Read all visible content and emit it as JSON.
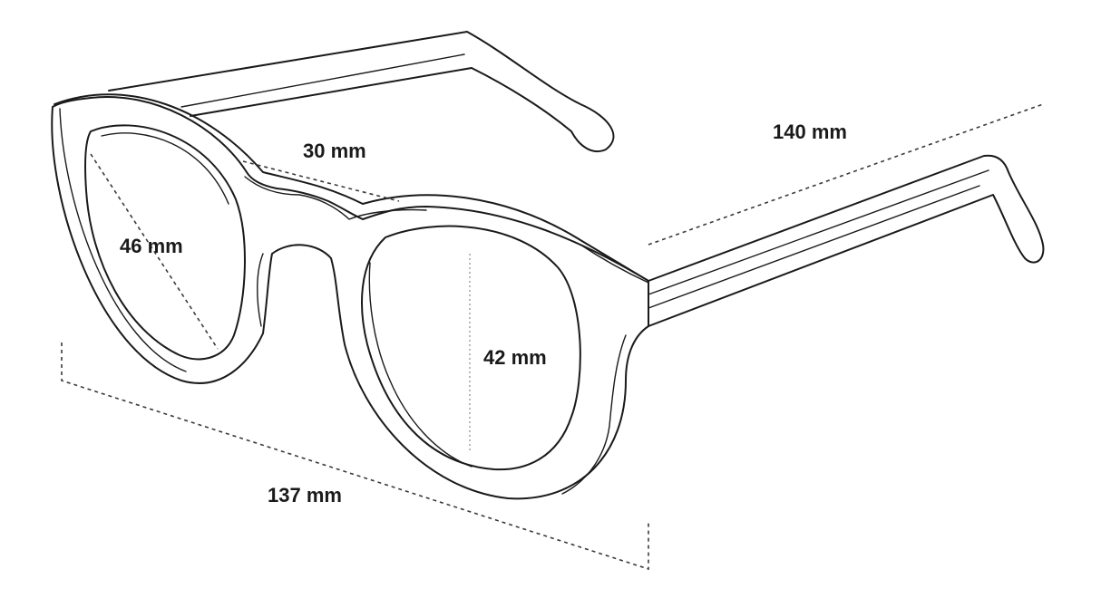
{
  "diagram": {
    "colors": {
      "stroke": "#1a1a1a",
      "background": "#ffffff",
      "dimension_line": "#3a3a3a"
    },
    "dimensions": {
      "lens_width": "46 mm",
      "bridge_width": "30 mm",
      "lens_height": "42 mm",
      "temple_length": "140 mm",
      "frame_width": "137 mm"
    }
  }
}
